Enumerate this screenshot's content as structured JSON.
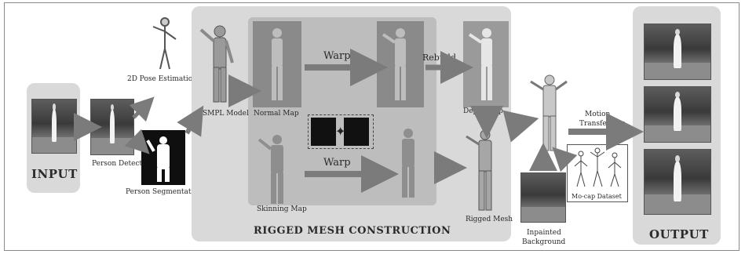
{
  "labels": {
    "input": "INPUT",
    "output": "OUTPUT",
    "rigged_mesh_construction": "RIGGED MESH CONSTRUCTION",
    "person_detection": "Person Detection",
    "pose_estimation": "2D Pose Estimation",
    "person_segmentation": "Person Segmentation",
    "smpl_model": "SMPL Model",
    "normal_map": "Normal Map",
    "warp_top": "Warp",
    "rebuild": "Rebuild",
    "depth_map": "Depth Map",
    "skinning_map": "Skinning Map",
    "warp_bottom": "Warp",
    "rigged_mesh": "Rigged Mesh",
    "motion_transferring_1": "Motion",
    "motion_transferring_2": "Transferring",
    "mocap_dataset": "Mo-cap Dataset",
    "inpainted_background_1": "Inpainted",
    "inpainted_background_2": "Background"
  },
  "colors": {
    "panel": "#d9d9d9",
    "inner_panel": "#bdbdbd",
    "arrow": "#7b7b7b",
    "text": "#2a2a2a"
  }
}
